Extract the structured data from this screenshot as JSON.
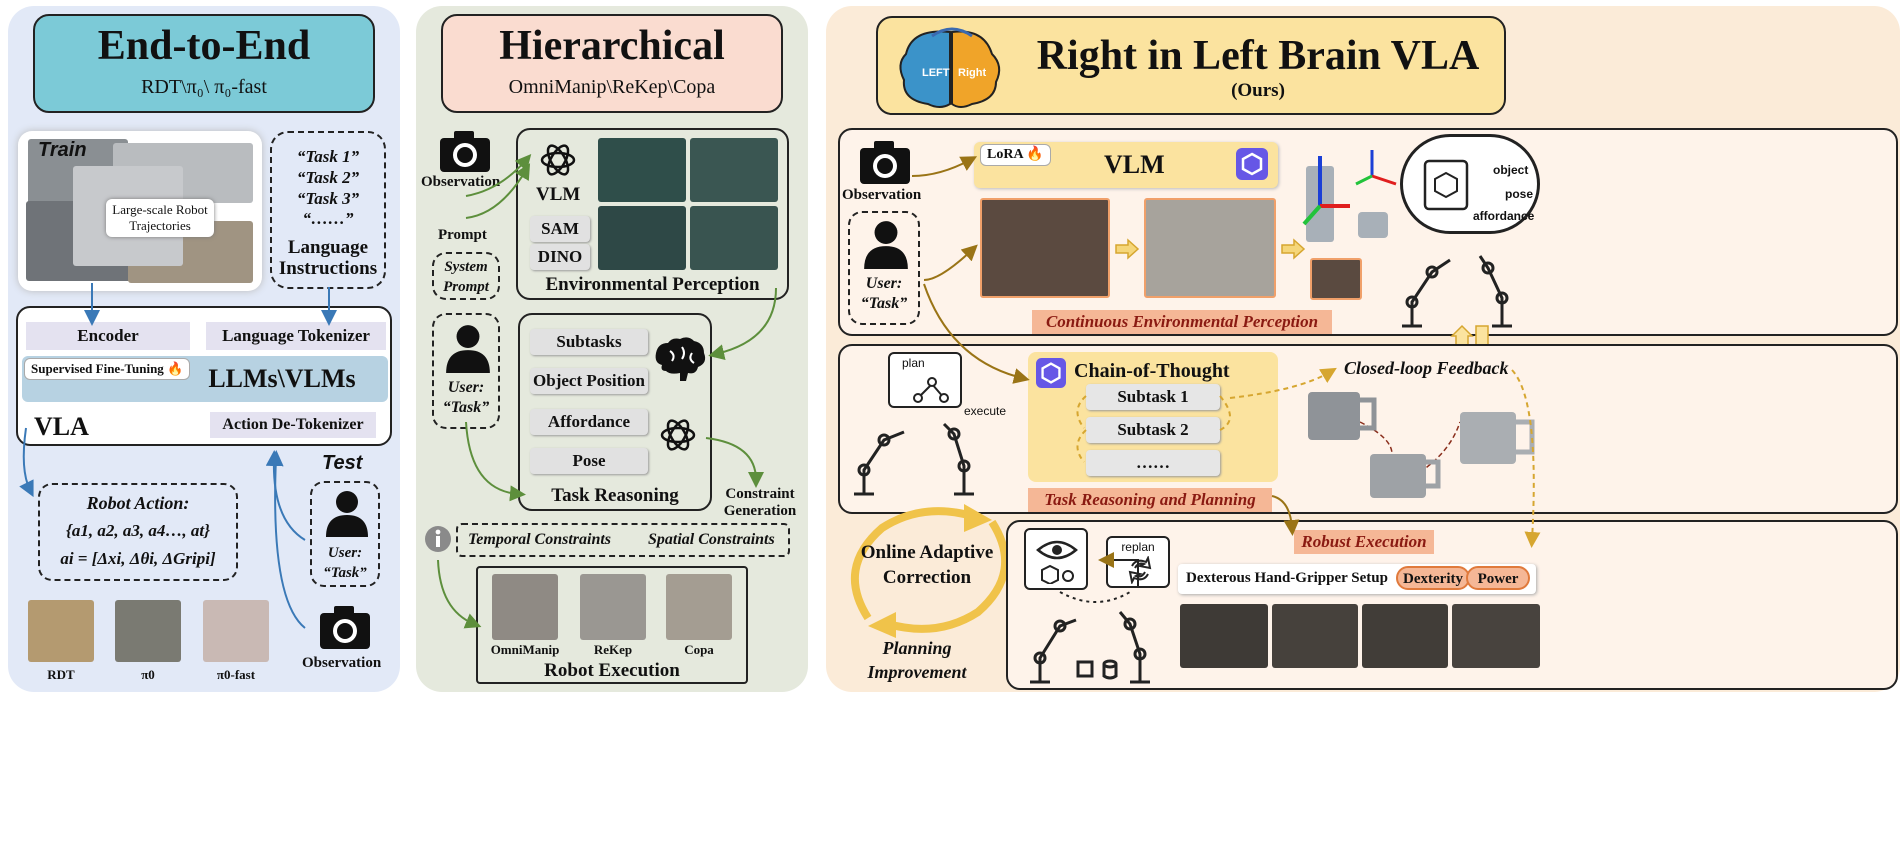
{
  "left": {
    "title": "End-to-End",
    "subtitle": "RDT\\π₀\\ π₀-fast",
    "train_label": "Train",
    "trajectories": "Large-scale Robot Trajectories",
    "tasks": [
      "“Task 1”",
      "“Task 2”",
      "“Task 3”",
      "“……”"
    ],
    "lang_instructions": "Language Instructions",
    "encoder": "Encoder",
    "tokenizer": "Language Tokenizer",
    "sft": "Supervised Fine-Tuning",
    "llms": "LLMs\\VLMs",
    "vla": "VLA",
    "detokenizer": "Action De-Tokenizer",
    "robot_action_title": "Robot Action:",
    "robot_action_set": "{a1, a2, a3, a4…, at}",
    "robot_action_eq": "ai = [Δxi, Δθi, ΔGripi]",
    "test_label": "Test",
    "user": "User:",
    "user_task": "“Task”",
    "observation": "Observation",
    "robots": [
      "RDT",
      "π0",
      "π0-fast"
    ]
  },
  "middle": {
    "title": "Hierarchical",
    "subtitle": "OmniManip\\ReKep\\Copa",
    "observation": "Observation",
    "vlm": "VLM",
    "sam": "SAM",
    "dino": "DINO",
    "prompt": "Prompt",
    "system_prompt": "System Prompt",
    "env_perception": "Environmental Perception",
    "user": "User:",
    "user_task": "“Task”",
    "reasoning_items": [
      "Subtasks",
      "Object Position",
      "Affordance",
      "Pose"
    ],
    "task_reasoning": "Task Reasoning",
    "constraint_generation": "Constraint Generation",
    "temporal": "Temporal Constraints",
    "spatial": "Spatial Constraints",
    "exec_labels": [
      "OmniManip",
      "ReKep",
      "Copa"
    ],
    "robot_execution": "Robot Execution"
  },
  "right": {
    "title": "Right in Left Brain VLA",
    "ours": "(Ours)",
    "brain_left": "LEFT",
    "brain_right": "Right",
    "observation": "Observation",
    "lora": "LoRA",
    "vlm": "VLM",
    "cloud": [
      "object",
      "pose",
      "affordance"
    ],
    "user": "User:",
    "user_task": "“Task”",
    "cont_perception": "Continuous Environmental Perception",
    "plan": "plan",
    "execute": "execute",
    "cot": "Chain-of-Thought",
    "subtasks": [
      "Subtask 1",
      "Subtask 2",
      "……"
    ],
    "closed_loop": "Closed-loop Feedback",
    "task_reasoning_planning": "Task Reasoning and Planning",
    "online_adaptive": "Online Adaptive Correction",
    "planning_improvement": "Planning Improvement",
    "robust_execution": "Robust Execution",
    "replan": "replan",
    "hand_gripper": "Dexterous Hand-Gripper Setup",
    "dexterity": "Dexterity",
    "power": "Power"
  }
}
